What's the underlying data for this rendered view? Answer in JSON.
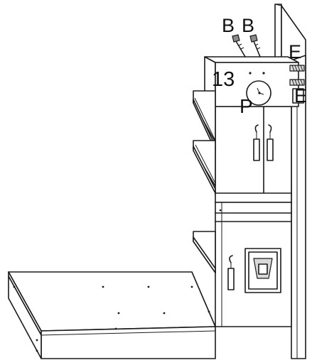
{
  "labels": {
    "bolt_left": "B",
    "bolt_right": "B",
    "part_number": "13",
    "washer_top": "E",
    "washer_bottom": "E",
    "knob": "P"
  }
}
